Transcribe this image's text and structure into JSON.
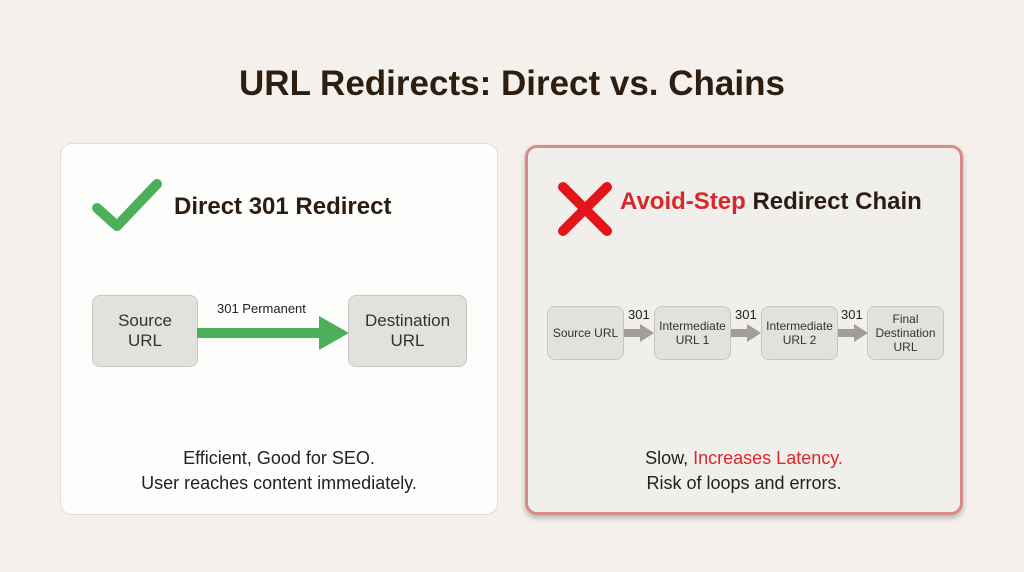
{
  "title": "URL Redirects: Direct vs. Chains",
  "direct": {
    "heading": "Direct 301 Redirect",
    "source": "Source URL",
    "arrow_label": "301 Permanent",
    "destination": "Destination URL",
    "caption_line1": "Efficient, Good for SEO.",
    "caption_line2": "User reaches content immediately.",
    "accent": "#4caf5a"
  },
  "chain": {
    "heading_warn": "Avoid-Step",
    "heading_rest": " Redirect Chain",
    "nodes": [
      "Source URL",
      "Intermediate URL 1",
      "Intermediate URL 2",
      "Final Destination URL"
    ],
    "arrow_label": "301",
    "caption_prefix": "Slow, ",
    "caption_highlight": "Increases Latency.",
    "caption_line2": "Risk of loops and errors.",
    "accent": "#e4141b"
  }
}
